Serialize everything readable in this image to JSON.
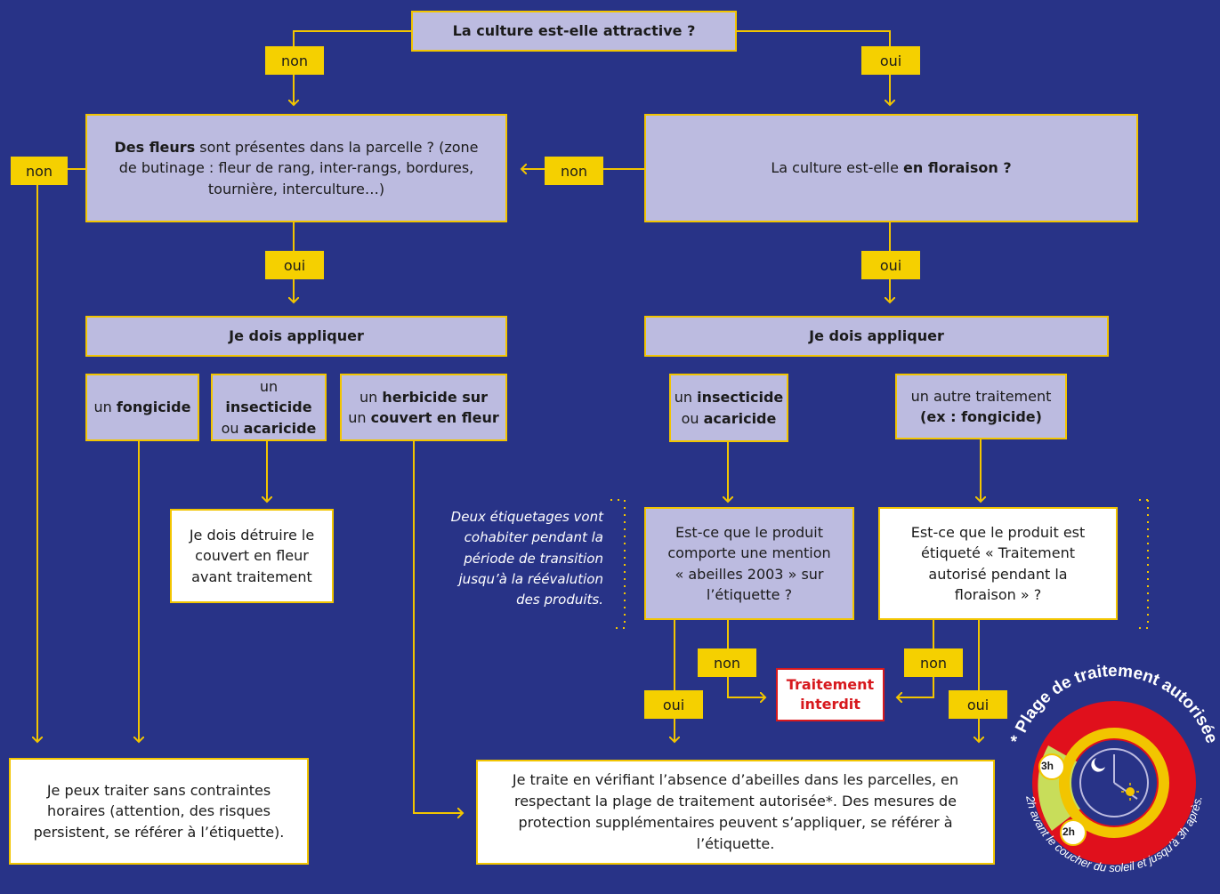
{
  "q_attractive": "La culture est-elle attractive ?",
  "q_fleurs": {
    "bold": "Des fleurs",
    "rest": " sont présentes dans la parcelle ? (zone de butinage : fleur de rang, inter-rangs, bordures, tournière, interculture…)"
  },
  "q_floraison": {
    "pre": "La culture est-elle ",
    "bold": "en floraison ?"
  },
  "je_dois_appliquer": "Je dois appliquer",
  "left_options": {
    "fongicide": {
      "pre": "un ",
      "bold": "fongicide"
    },
    "insecticide": {
      "pre1": "un ",
      "bold1": "insecticide",
      "pre2": "ou ",
      "bold2": "acaricide"
    },
    "herbicide": {
      "pre1": "un ",
      "bold1": "herbicide sur",
      "pre2": "un ",
      "bold2": "couvert en fleur"
    }
  },
  "right_options": {
    "insecticide": {
      "pre1": "un ",
      "bold1": "insecticide",
      "pre2": "ou ",
      "bold2": "acaricide"
    },
    "autre": {
      "line1": "un autre traitement",
      "bold": "(ex : fongicide)"
    }
  },
  "detruire": "Je dois détruire le couvert en fleur avant traitement",
  "q_abeilles": "Est-ce que le produit comporte une mention « abeilles 2003 » sur l’étiquette ?",
  "q_etiquete": "Est-ce que le produit est étiqueté « Traitement autorisé pendant la floraison » ?",
  "note": "Deux étiquetages vont cohabiter pendant la période de transition jusqu’à la réévalution des produits.",
  "interdit": "Traitement interdit",
  "sans_contraintes": "Je peux traiter sans contraintes horaires (attention, des risques persistent, se référer à l’étiquette).",
  "je_traite": "Je traite en vérifiant l’absence d’abeilles dans les parcelles, en respectant la plage de traitement autorisée*. Des mesures de protection supplémentaires peuvent s’appliquer, se référer à l’étiquette.",
  "labels": {
    "oui": "oui",
    "non": "non"
  },
  "plage": {
    "title": "* Plage de traitement autorisée",
    "subtitle": "2h avant le coucher du soleil et jusqu’à 3h après.",
    "before": "3h",
    "after": "2h"
  },
  "colors": {
    "background": "#283387",
    "accent": "#f2c500",
    "box": "#bcbbe0",
    "danger": "#d7191e"
  }
}
